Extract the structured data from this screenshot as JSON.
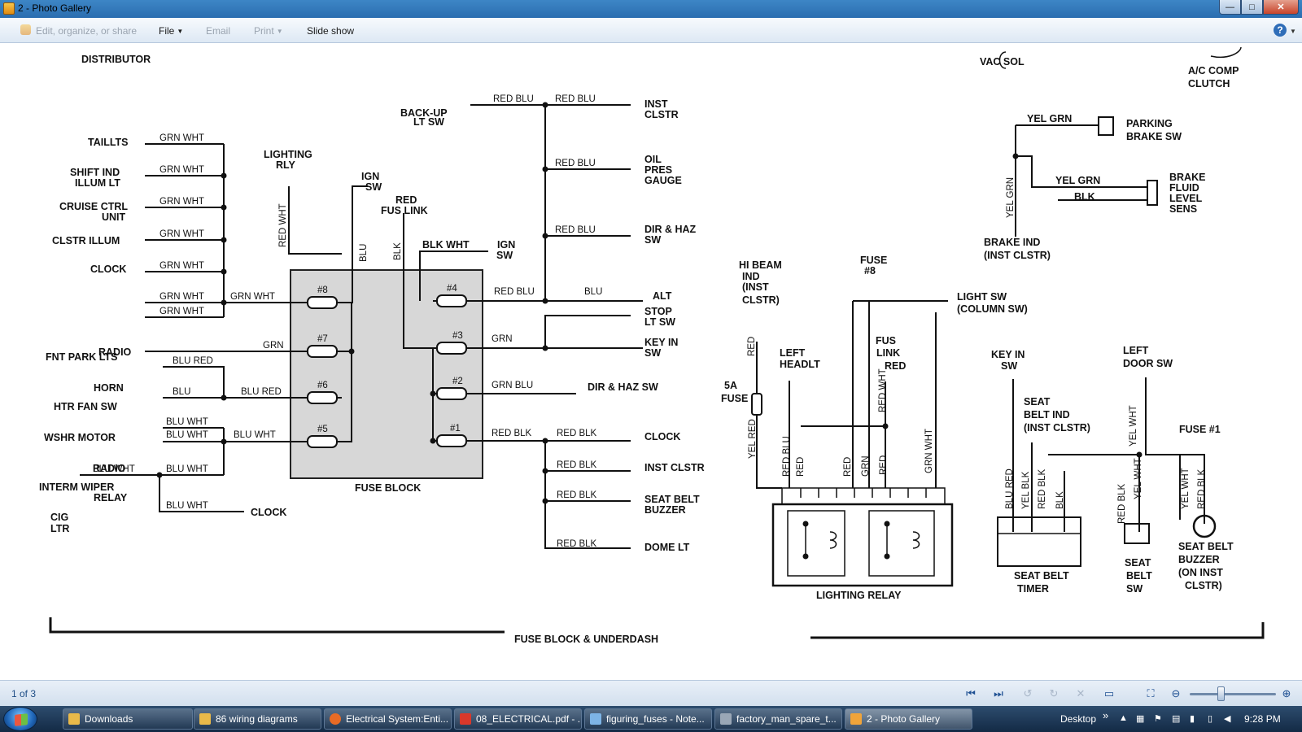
{
  "window": {
    "title": "2 - Photo Gallery",
    "minimize": "—",
    "maximize": "□",
    "close": "✕"
  },
  "command_bar": {
    "items": [
      {
        "label": "Edit, organize, or share",
        "disabled": true,
        "dropdown": false
      },
      {
        "label": "File",
        "disabled": false,
        "dropdown": true
      },
      {
        "label": "Email",
        "disabled": true,
        "dropdown": false
      },
      {
        "label": "Print",
        "disabled": true,
        "dropdown": true
      },
      {
        "label": "Slide show",
        "disabled": false,
        "dropdown": false
      }
    ],
    "help": "?"
  },
  "diagram": {
    "title": "FUSE BLOCK & UNDERDASH",
    "fuse_block_label": "FUSE BLOCK",
    "lighting_relay_label": "LIGHTING RELAY",
    "fuses": [
      "#8",
      "#7",
      "#6",
      "#5",
      "#4",
      "#3",
      "#2",
      "#1"
    ],
    "left_loads": [
      "TAILLTS",
      "SHIFT IND",
      "ILLUM LT",
      "CRUISE CTRL",
      "UNIT",
      "CLSTR ILLUM",
      "CLOCK",
      "RADIO",
      "FNT PARK LTS",
      "HORN",
      "HTR FAN SW",
      "WSHR MOTOR",
      "RADIO",
      "INTERM WIPER",
      "RELAY",
      "CIG",
      "LTR",
      "CLOCK",
      "DISTRIBUTOR"
    ],
    "left_wires": [
      "GRN WHT",
      "GRN WHT",
      "GRN WHT",
      "GRN WHT",
      "GRN WHT",
      "GRN WHT",
      "GRN WHT",
      "GRN WHT",
      "GRN",
      "BLU RED",
      "BLU",
      "BLU RED",
      "BLU WHT",
      "BLU WHT",
      "BLU WHT",
      "BLU WHT",
      "BLU WHT",
      "BLU WHT"
    ],
    "center_labels": [
      "LIGHTING",
      "RLY",
      "RED WHT",
      "IGN",
      "SW",
      "BLU",
      "RED",
      "FUS LINK",
      "BLK",
      "BLK WHT",
      "IGN",
      "SW"
    ],
    "right_loads": [
      "BACK-UP",
      "LT SW",
      "INST",
      "CLSTR",
      "OIL",
      "PRES",
      "GAUGE",
      "DIR & HAZ",
      "SW",
      "ALT",
      "STOP",
      "LT SW",
      "KEY IN",
      "SW",
      "DIR & HAZ SW",
      "CLOCK",
      "INST CLSTR",
      "SEAT BELT",
      "BUZZER",
      "DOME LT"
    ],
    "right_wires": [
      "RED BLU",
      "RED BLU",
      "RED BLU",
      "RED BLU",
      "RED BLU",
      "BLU",
      "GRN",
      "GRN BLU",
      "RED BLK",
      "RED BLK",
      "RED BLK",
      "RED BLK",
      "RED BLK"
    ],
    "relay_labels": [
      "HI BEAM",
      "IND",
      "(INST",
      "CLSTR)",
      "RED",
      "5A",
      "FUSE",
      "YEL RED",
      "LEFT",
      "HEADLT",
      "RED BLU",
      "RED",
      "FUSE",
      "#8",
      "RED",
      "GRN",
      "FUS",
      "LINK",
      "RED",
      "RED WHT",
      "RED",
      "GRN WHT",
      "LIGHT SW",
      "(COLUMN SW)"
    ],
    "top_right_labels": [
      "VAC SOL",
      "A/C COMP",
      "CLUTCH",
      "YEL GRN",
      "PARKING",
      "BRAKE SW",
      "YEL GRN",
      "BLK",
      "BRAKE",
      "FLUID",
      "LEVEL",
      "SENS",
      "YEL GRN",
      "BRAKE IND",
      "(INST CLSTR)"
    ],
    "seatbelt_labels": [
      "KEY IN",
      "SW",
      "SEAT",
      "BELT IND",
      "(INST CLSTR)",
      "LEFT",
      "DOOR SW",
      "FUSE #1",
      "BLU RED",
      "YEL BLK",
      "RED BLK",
      "BLK",
      "RED BLK",
      "YEL WHT",
      "YEL WHT",
      "YEL WHT",
      "RED BLK",
      "SEAT BELT",
      "TIMER",
      "SEAT",
      "BELT",
      "SW",
      "SEAT BELT",
      "BUZZER",
      "(ON INST",
      "CLSTR)"
    ]
  },
  "status": {
    "count": "1 of 3"
  },
  "controls": [
    "first",
    "next",
    "rotate-left",
    "rotate-right",
    "delete",
    "slideshow",
    "fit",
    "zoom-out",
    "zoom-in"
  ],
  "zoom_level": 0.35,
  "taskbar": {
    "items": [
      {
        "label": "Downloads",
        "color": "#e9b949"
      },
      {
        "label": "86 wiring diagrams",
        "color": "#e9b949"
      },
      {
        "label": "Electrical System:Enti...",
        "color": "#e86b25"
      },
      {
        "label": "08_ELECTRICAL.pdf - ...",
        "color": "#d9382b"
      },
      {
        "label": "figuring_fuses - Note...",
        "color": "#7db4e6"
      },
      {
        "label": "factory_man_spare_t...",
        "color": "#9aa7b6"
      },
      {
        "label": "2 - Photo Gallery",
        "color": "#f0a43a",
        "active": true
      }
    ],
    "desktop_label": "Desktop",
    "toolbar_chevron": "»",
    "time": "9:28 PM"
  }
}
